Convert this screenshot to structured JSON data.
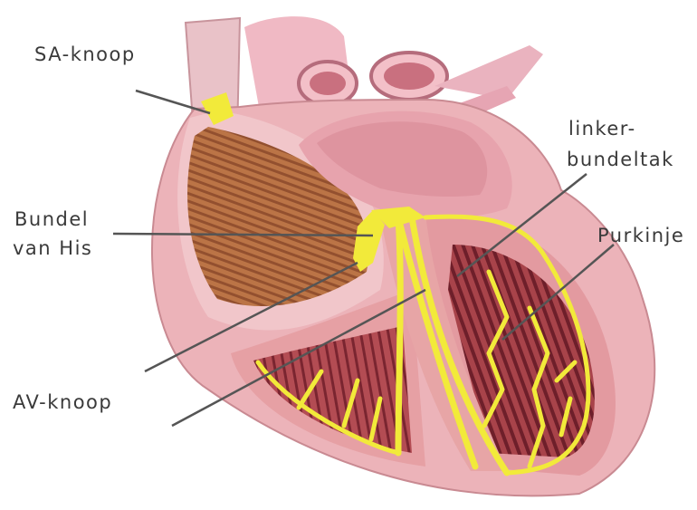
{
  "labels": {
    "sa_node": "SA-knoop",
    "bundle_his_line1": "Bundel",
    "bundle_his_line2": "van His",
    "av_node": "AV-knoop",
    "left_branch_line1": "linker-",
    "left_branch_line2": "bundeltak",
    "purkinje": "Purkinje"
  },
  "colors": {
    "conduction": "#f2ea3a",
    "myocardium": "#d9867f",
    "inner_wall": "#e8a2a4",
    "atrium_muscle": "#b0673f",
    "background": "#ffffff",
    "leader_line": "#555555"
  }
}
